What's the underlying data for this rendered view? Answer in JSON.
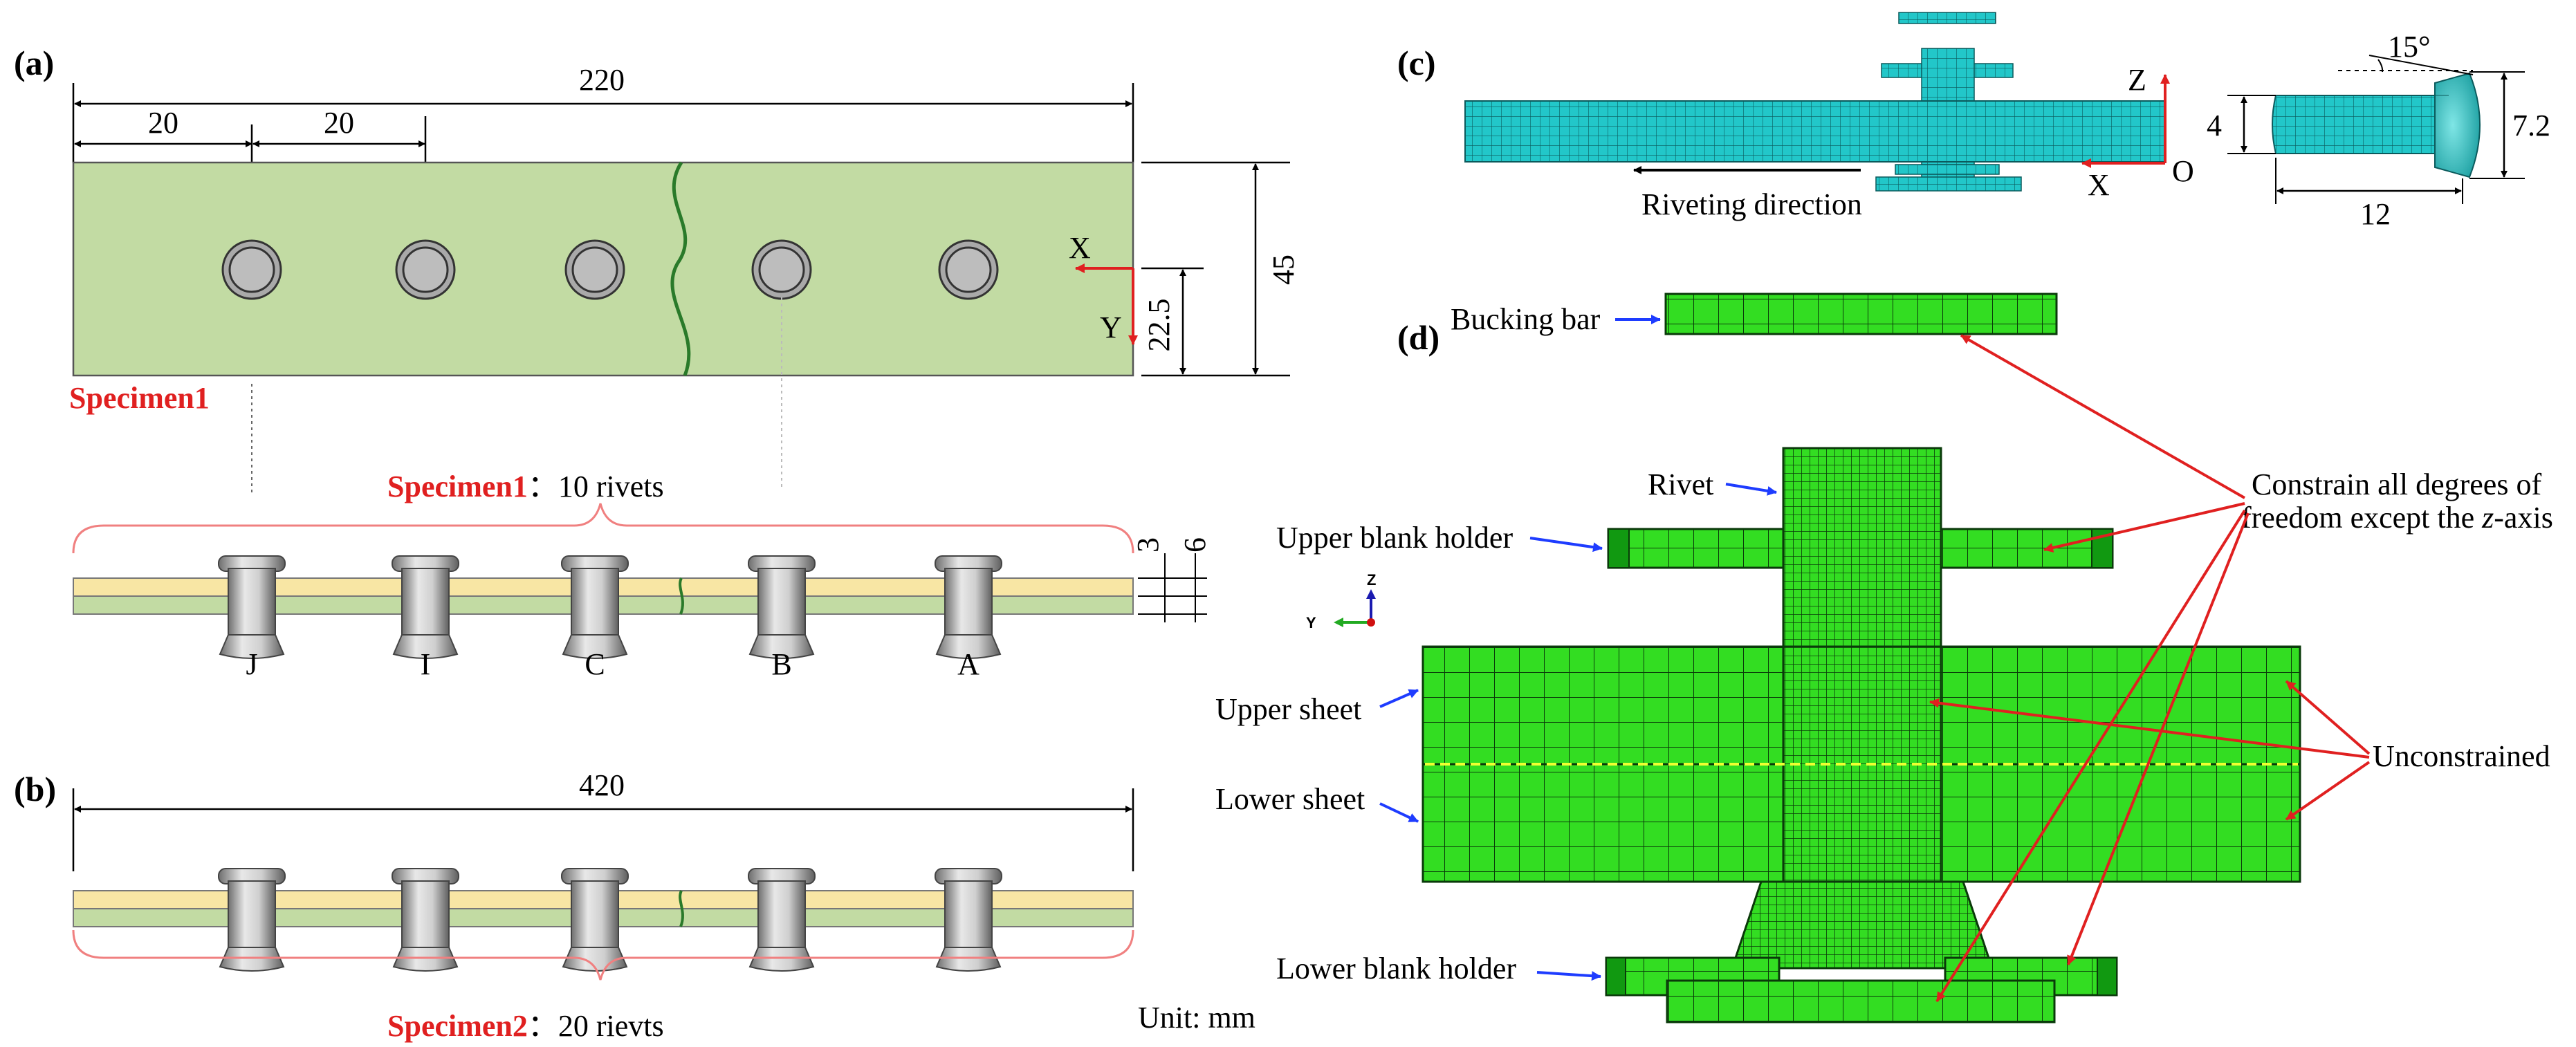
{
  "panels": {
    "a": "(a)",
    "b": "(b)",
    "c": "(c)",
    "d": "(d)"
  },
  "panel_a": {
    "total_length": "220",
    "pitch_1": "20",
    "pitch_2": "20",
    "width": "45",
    "half_width": "22.5",
    "axis_x": "X",
    "axis_y": "Y",
    "specimen_label": "Specimen1",
    "group_label_name": "Specimen1",
    "group_label_rest": "：10 rivets",
    "thickness_1": "3",
    "thickness_2": "6",
    "rivet_labels": [
      "J",
      "I",
      "C",
      "B",
      "A"
    ]
  },
  "panel_b": {
    "total_length": "420",
    "group_label_name": "Specimen2",
    "group_label_rest": "：20 rievts",
    "unit": "Unit: mm"
  },
  "panel_c": {
    "axis_z": "Z",
    "axis_x": "X",
    "origin": "O",
    "riveting_direction": "Riveting direction",
    "angle": "15°",
    "shank_dia": "4",
    "head_dia": "7.2",
    "length": "12"
  },
  "panel_d": {
    "bucking_bar": "Bucking bar",
    "rivet": "Rivet",
    "upper_blank_holder": "Upper blank holder",
    "upper_sheet": "Upper sheet",
    "lower_sheet": "Lower sheet",
    "lower_blank_holder": "Lower blank holder",
    "constrain_line1": "Constrain all degrees of",
    "constrain_line2_a": "freedom except the ",
    "constrain_line2_b": "z",
    "constrain_line2_c": "-axis",
    "unconstrained": "Unconstrained",
    "triad_z": "Z",
    "triad_y": "Y"
  },
  "colors": {
    "plate": "#c2dba3",
    "upper_sheet_layer": "#f8e6a4",
    "mesh_green": "#33dd22",
    "mesh_cyan": "#22c7c9",
    "annotation_red": "#e02020",
    "annotation_blue": "#1e3cff"
  }
}
